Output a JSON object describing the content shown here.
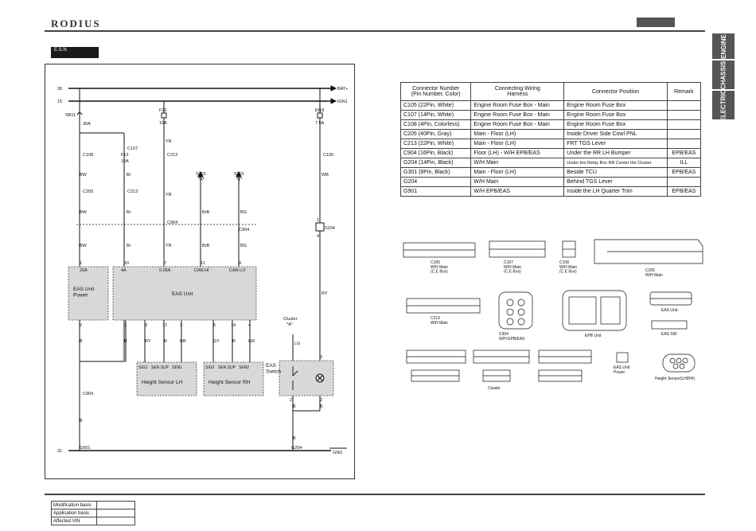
{
  "header": {
    "brand": "RODIUS"
  },
  "side_tabs": [
    "ENGINE",
    "CHASSIS",
    "ELECTRIC"
  ],
  "schematic": {
    "bus_labels": {
      "bat": "BAT+",
      "ign": "IGN1",
      "gnd": "GND",
      "bat_no": "30",
      "ign_no": "15",
      "gnd_no": "31"
    },
    "fuses": {
      "sb11": "SB11",
      "sb11_amp": "30A",
      "f12": "F12",
      "f12_amp": "10A",
      "f13": "F13",
      "f13_amp": "10A",
      "ef18": "Ef18",
      "ef18_amp": "7.5A"
    },
    "connectors": {
      "c108": "C108",
      "c107": "C107",
      "c213a": "C213",
      "c213b": "C213",
      "c105": "C105",
      "c205": "C205",
      "c904a": "C904",
      "c904b": "C904",
      "c904c": "C904",
      "s204": "S204",
      "s301a": "S301",
      "s301a_sub": "*A*",
      "s301b": "S301",
      "s301b_sub": "*1*",
      "g901": "G901",
      "g204": "G204"
    },
    "wires": {
      "bw": "BW",
      "br": "Br",
      "yr": "YR",
      "brb": "BrB",
      "bg": "BG",
      "wb": "WB",
      "b": "B",
      "ry": "RY",
      "rb": "RB",
      "r": "R",
      "gy": "GY",
      "gr": "GR",
      "lg": "LG"
    },
    "pins": {
      "p11": "11",
      "p1": "1",
      "p3": "3",
      "p6": "6",
      "p7": "7",
      "p12": "12",
      "p13": "13",
      "p10": "10",
      "p9": "9",
      "p2": "2",
      "p4": "4",
      "p5": "5",
      "p8": "8",
      "p14": "14"
    },
    "eas_unit": {
      "power_label": "EAS Unit\nPower",
      "label": "EAS Unit",
      "t20a": "20A",
      "t4a": "4A",
      "t006a": "0.05A",
      "can_hi": "CAN HI",
      "can_lo": "CAN LO"
    },
    "sensors": {
      "lh": "Height Sensor LH",
      "rh": "Height Sensor RH",
      "sig1": "SIG1",
      "sen_sup": "SEN SUP",
      "sen1": "SEN1",
      "sig2": "SIG2",
      "sen2": "SEN2"
    },
    "switch": {
      "cluster": "Cluster",
      "cluster_sub": "*A*",
      "eas_switch": "EAS\nSwitch"
    }
  },
  "connector_table": {
    "headers": [
      "Connector Number\n(Pin Number, Color)",
      "Connecting Wiring\nHarness",
      "Connector Position",
      "Remark"
    ],
    "rows": [
      [
        "C105 (22Pin, White)",
        "Engine Room Fuse Box - Main",
        "Engine Room Fuse Box",
        ""
      ],
      [
        "C107 (14Pin, White)",
        "Engine Room Fuse Box - Main",
        "Engine Room Fuse Box",
        ""
      ],
      [
        "C108 (4Pin, Colorless)",
        "Engine Room Fuse Box - Main",
        "Engine Room Fuse Box",
        ""
      ],
      [
        "C205 (40Pin, Gray)",
        "Main - Floor (LH)",
        "Inside Driver Side Cowl PNL",
        ""
      ],
      [
        "C213 (22Pin, White)",
        "Main - Floor (LH)",
        "FRT TGS Lever",
        ""
      ],
      [
        "C904 (16Pin, Black)",
        "Floor (LH) - W/H EPB/EAS",
        "Under the RR LH Bumper",
        "EPB/EAS"
      ],
      [
        "G204 (14Pin, Black)",
        "W/H Main",
        "Under the Relay Box RR Center the Cluster",
        "ILL"
      ],
      [
        "G301 (8Pin, Black)",
        "Main - Floor (LH)",
        "Beside TCU",
        "EPB/EAS"
      ],
      [
        "G204",
        "W/H Main",
        "Behind TGS Lever",
        ""
      ],
      [
        "G901",
        "W/H EPB/EAS",
        "Inside the LH Quarter Trim",
        "EPB/EAS"
      ]
    ]
  },
  "connector_views": {
    "c105": "C105\nW/H Main\n(C.E Box)",
    "c107": "C107\nW/H Main\n(C.E Box)",
    "c108": "C108\nW/H Main\n(C.E Box)",
    "c205": "C205\nW/H Main",
    "c213": "C213\nW/H Main",
    "c904": "C904\nW/H EPB/EAS",
    "epb_unit": "EPB Unit",
    "eas_unit": "EAS Unit",
    "eas_sw": "EAS SW",
    "cluster": "Cluster",
    "eas_unit_power": "EAS Unit\nPower",
    "height_sensor": "Height Sensor(LH/RH)"
  },
  "footer": {
    "rows": [
      "Modification basis",
      "Application basis",
      "Affected VIN"
    ]
  }
}
